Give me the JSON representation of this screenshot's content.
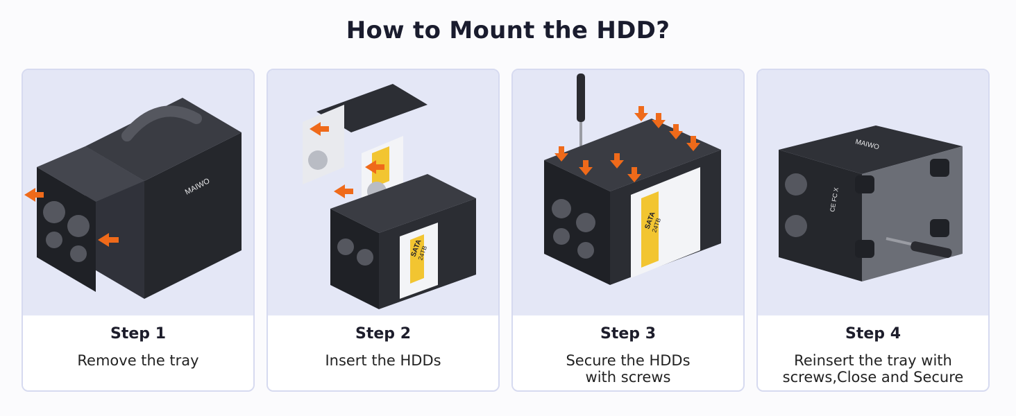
{
  "title": "How to Mount the HDD?",
  "colors": {
    "accent_orange": "#ef6a1a",
    "panel_bg": "#e4e7f6",
    "panel_border": "#d6daf0",
    "enclosure_dark": "#2b2d33",
    "hdd_yellow": "#f2c531"
  },
  "steps": [
    {
      "step": "Step 1",
      "desc": "Remove the tray",
      "brand": "MAIWO",
      "icon": "enclosure-tray-icon"
    },
    {
      "step": "Step 2",
      "desc": "Insert the HDDs",
      "hdd_label": "SATA",
      "hdd_capacity": "24TB",
      "icon": "hdd-insert-icon"
    },
    {
      "step": "Step 3",
      "desc": "Secure the HDDs\nwith screws",
      "hdd_label": "SATA",
      "hdd_capacity": "24TB",
      "icon": "screwdriver-icon"
    },
    {
      "step": "Step 4",
      "desc": "Reinsert the tray with\nscrews,Close and Secure",
      "brand": "MAIWO",
      "cert": "CE FC X",
      "icon": "enclosure-closed-icon"
    }
  ]
}
